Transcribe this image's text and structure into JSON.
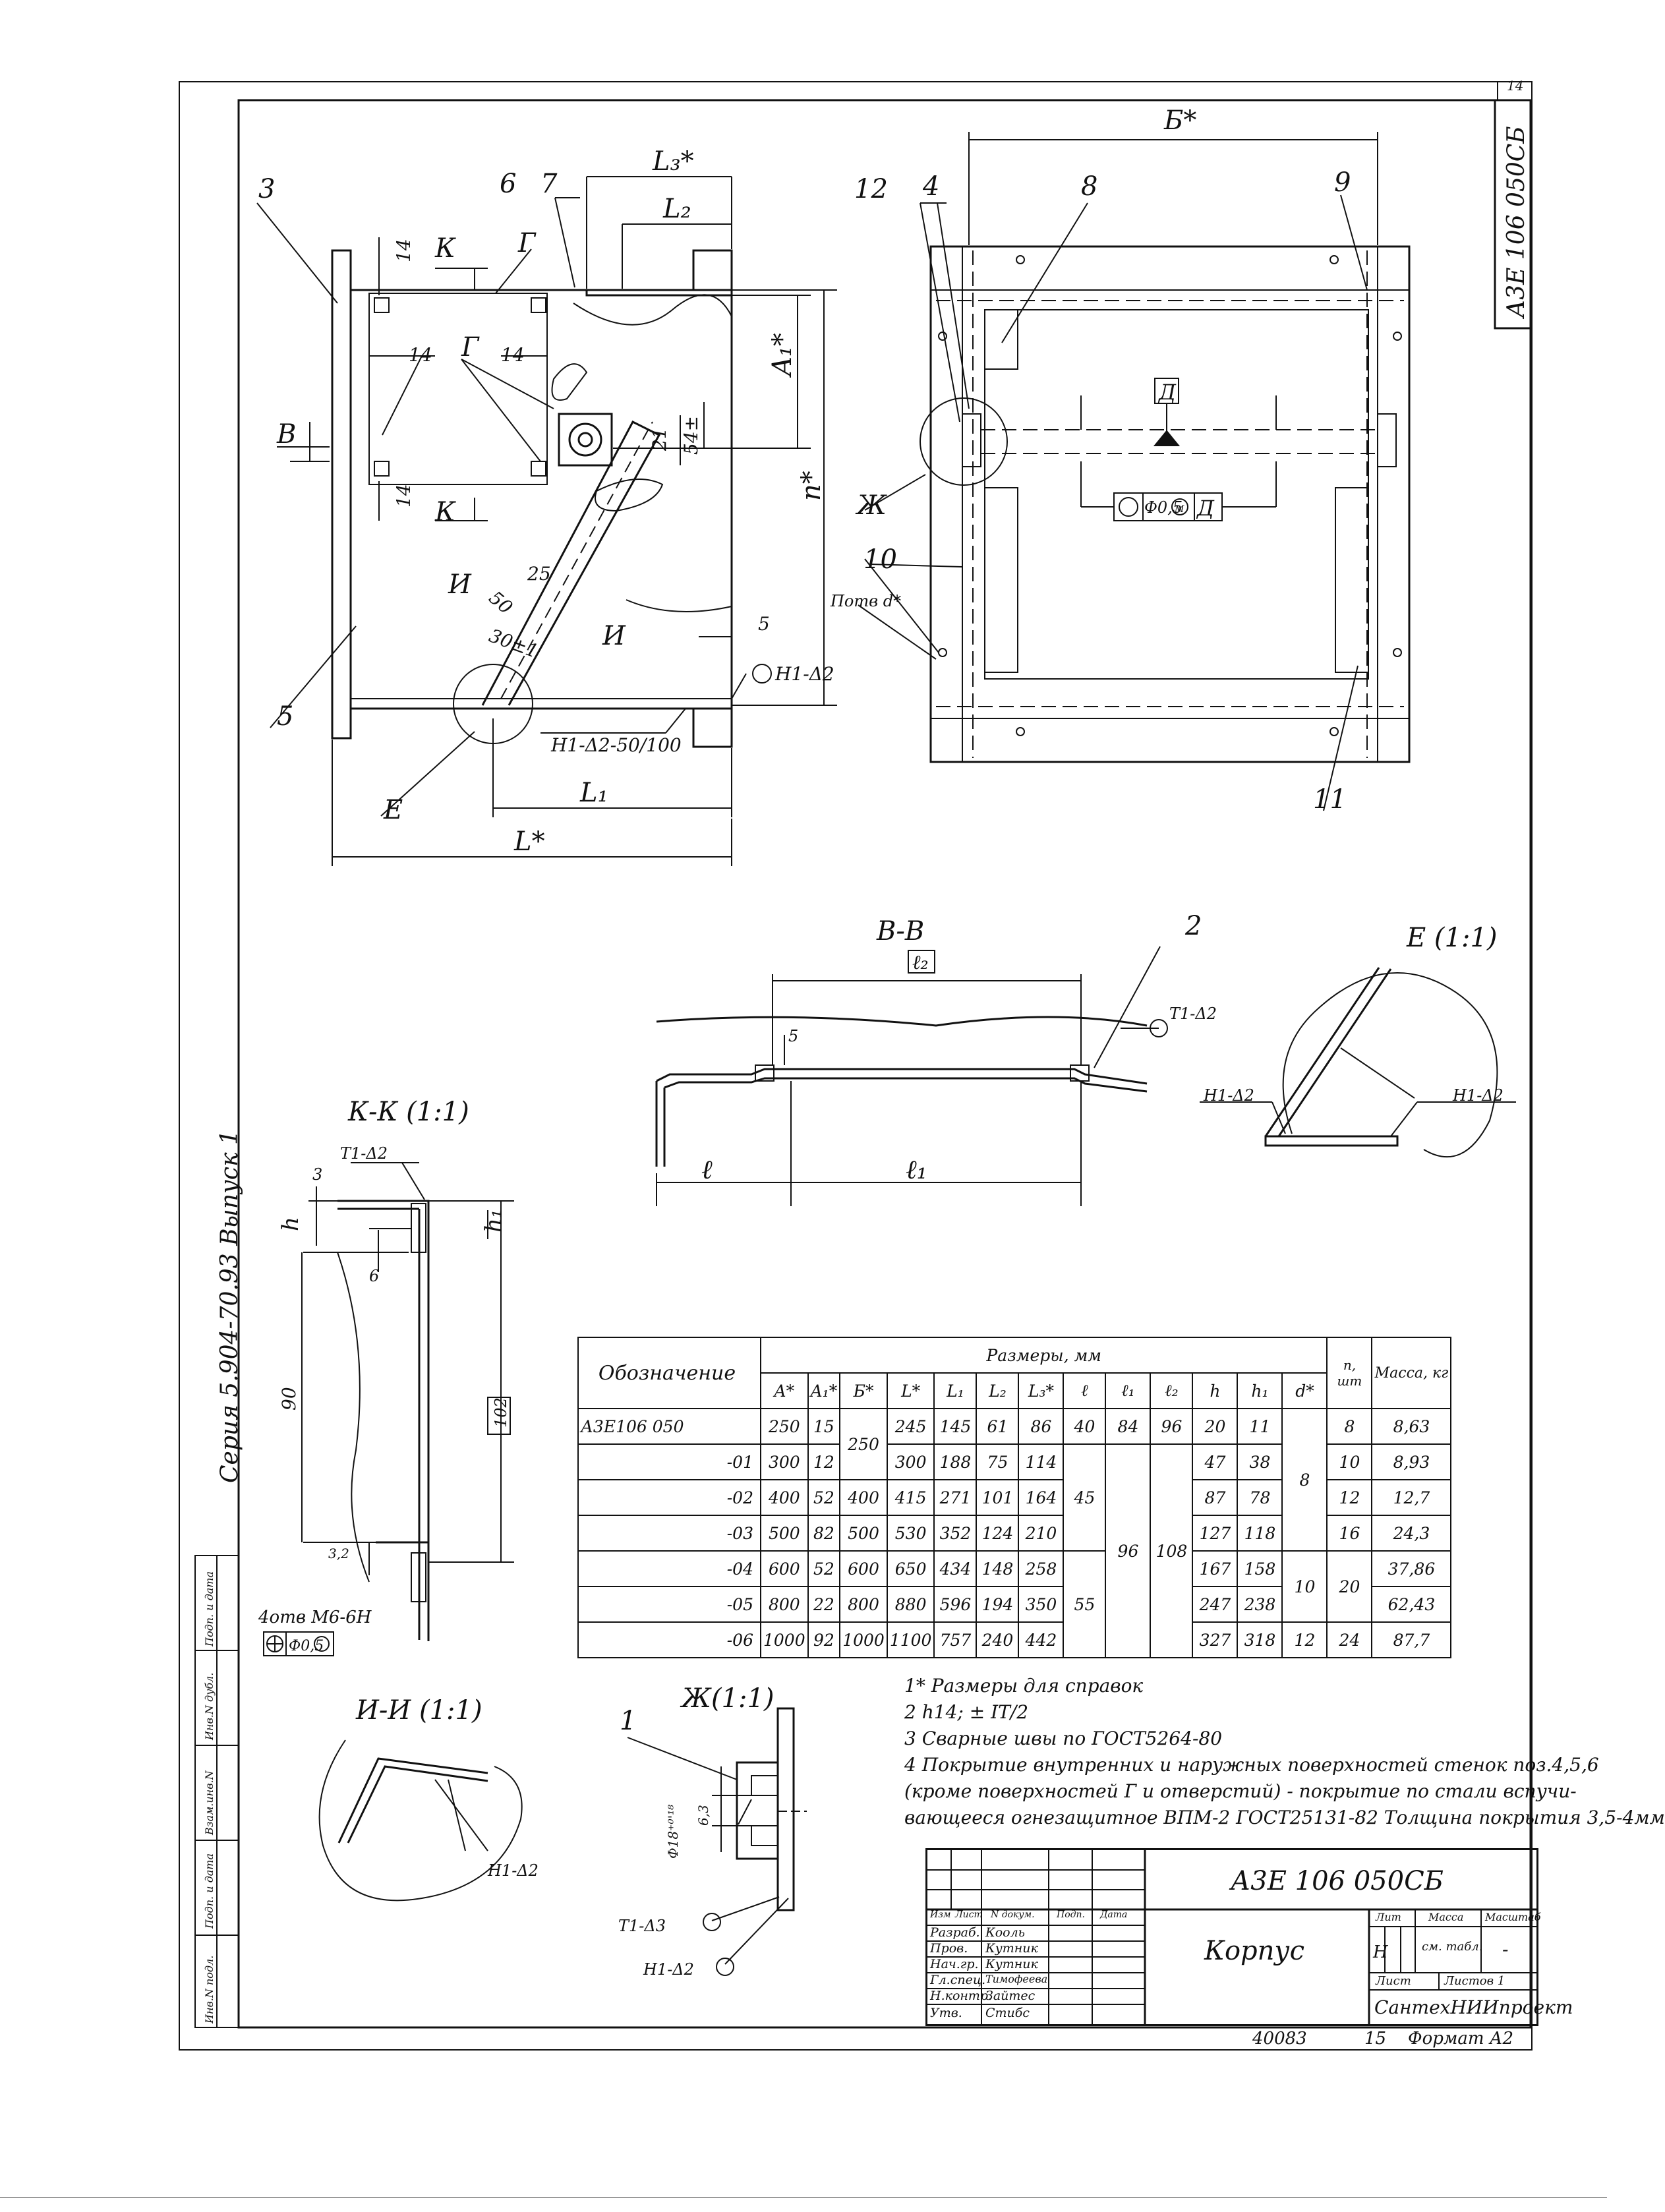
{
  "stamp_top": "14",
  "doc_code_vertical": "А3Е 106 050СБ",
  "series_vertical": "Серия   5.904-70.93   Выпуск 1",
  "left_margin_labels": [
    "Инв.N подл.",
    "Подп. и дата",
    "Взам.инв.N",
    "Инв.N дубл.",
    "Подп. и дата"
  ],
  "callouts": {
    "n3": "3",
    "n6": "6",
    "n7": "7",
    "n12": "12",
    "n4": "4",
    "n8": "8",
    "n9": "9",
    "n10": "10",
    "n11": "11",
    "n5": "5",
    "n2": "2",
    "n1": "1",
    "E": "Е",
    "Zh": "Ж",
    "otv_d": "Потв d*"
  },
  "dims_main": {
    "L3": "L₃*",
    "L2": "L₂",
    "K": "К",
    "G": "Г",
    "B": "В",
    "A1": "A₁*",
    "n": "n*",
    "d14a": "14",
    "d14b": "14",
    "d14c": "14",
    "d14d": "14",
    "d21": "21",
    "d54": "54±",
    "I": "И",
    "d50": "50",
    "d25": "25",
    "d30": "30±1",
    "d5": "5",
    "L1": "L₁",
    "L": "L*",
    "weld1": "Н1-Δ2",
    "weld2": "Н1-Δ2-50/100"
  },
  "dims_plan": {
    "B": "Б*",
    "D": "Д",
    "tol": "Ф0,5",
    "M": "М"
  },
  "views": {
    "BB": "В-В",
    "EE": "Е (1:1)",
    "KK": "К-К (1:1)",
    "II": "И-И (1:1)",
    "ZhZh": "Ж(1:1)"
  },
  "dims_bb": {
    "l2": "ℓ₂",
    "d5": "5",
    "l": "ℓ",
    "l1": "ℓ₁",
    "weld": "Т1-Δ2"
  },
  "dims_ee": {
    "weld_l": "Н1-Δ2",
    "weld_r": "Н1-Δ2"
  },
  "dims_kk": {
    "weld": "Т1-Δ2",
    "d3": "3",
    "h": "h",
    "h1": "h₁",
    "d6": "6",
    "d90": "90",
    "d102": "102",
    "d32": "3,2",
    "holes": "4отв М6-6Н",
    "tol": "Ф0,5"
  },
  "dims_ii": {
    "weld": "Н1-Δ2"
  },
  "dims_zh": {
    "d18": "Ф18⁺⁰'¹⁸",
    "d63": "6,3",
    "weld1": "Т1-Δ3",
    "weld2": "Н1-Δ2"
  },
  "table": {
    "header_name": "Обозначение",
    "header_group": "Размеры, мм",
    "columns": [
      "A*",
      "A₁*",
      "Б*",
      "L*",
      "L₁",
      "L₂",
      "L₃*",
      "ℓ",
      "ℓ₁",
      "ℓ₂",
      "h",
      "h₁",
      "d*",
      "n, шт",
      "Масса, кг"
    ],
    "rows": [
      {
        "name": "А3Е106 050",
        "A": "250",
        "A1": "15",
        "B": "250",
        "L": "245",
        "L1": "145",
        "L2": "61",
        "L3": "86",
        "l": "40",
        "l1": "84",
        "l2": "96",
        "h": "20",
        "h1": "11",
        "d": "8",
        "n": "8",
        "m": "8,63"
      },
      {
        "name": "-01",
        "A": "300",
        "A1": "12",
        "L": "300",
        "L1": "188",
        "L2": "75",
        "L3": "114",
        "h": "47",
        "h1": "38",
        "n": "10",
        "m": "8,93"
      },
      {
        "name": "-02",
        "A": "400",
        "A1": "52",
        "B": "400",
        "L": "415",
        "L1": "271",
        "L2": "101",
        "L3": "164",
        "l": "45",
        "h": "87",
        "h1": "78",
        "n": "12",
        "m": "12,7"
      },
      {
        "name": "-03",
        "A": "500",
        "A1": "82",
        "B": "500",
        "L": "530",
        "L1": "352",
        "L2": "124",
        "L3": "210",
        "l1": "96",
        "l2": "108",
        "h": "127",
        "h1": "118",
        "n": "16",
        "m": "24,3"
      },
      {
        "name": "-04",
        "A": "600",
        "A1": "52",
        "B": "600",
        "L": "650",
        "L1": "434",
        "L2": "148",
        "L3": "258",
        "h": "167",
        "h1": "158",
        "d": "10",
        "n": "20",
        "m": "37,86"
      },
      {
        "name": "-05",
        "A": "800",
        "A1": "22",
        "B": "800",
        "L": "880",
        "L1": "596",
        "L2": "194",
        "L3": "350",
        "l": "55",
        "h": "247",
        "h1": "238",
        "m": "62,43"
      },
      {
        "name": "-06",
        "A": "1000",
        "A1": "92",
        "B": "1000",
        "L": "1100",
        "L1": "757",
        "L2": "240",
        "L3": "442",
        "h": "327",
        "h1": "318",
        "d": "12",
        "n": "24",
        "m": "87,7"
      }
    ]
  },
  "notes": [
    "1* Размеры для справок",
    "2 h14; ± IT/2",
    "3 Сварные швы по ГОСТ5264-80",
    "4 Покрытие внутренних и наружных поверхностей стенок поз.4,5,6",
    "(кроме поверхностей Г и отверстий) - покрытие по стали вспучи-",
    "вающееся огнезащитное ВПМ-2 ГОСТ25131-82 Толщина покрытия 3,5-4мм"
  ],
  "title_block": {
    "designation": "А3Е 106 050СБ",
    "name": "Корпус",
    "col_headers": [
      "Изм",
      "Лист",
      "N докум.",
      "Подп.",
      "Дата"
    ],
    "roles": [
      "Разраб.",
      "Пров.",
      "Нач.гр.",
      "Гл.спец.",
      "Н.контр.",
      "Утв."
    ],
    "people": [
      "Кооль",
      "Кутник",
      "Кутник",
      "Тимофеева",
      "Зайтес",
      "Стибс"
    ],
    "lit": "Лит",
    "mass": "Масса",
    "scale": "Масштаб",
    "mass_val": "см. табл.",
    "scale_val": "-",
    "lit_val": "Н",
    "sheet": "Лист",
    "sheets": "Листов 1",
    "org": "СантехНИИпроект"
  },
  "bottom_line": {
    "inv": "40083",
    "sheet_no": "15",
    "format": "Формат А2"
  }
}
